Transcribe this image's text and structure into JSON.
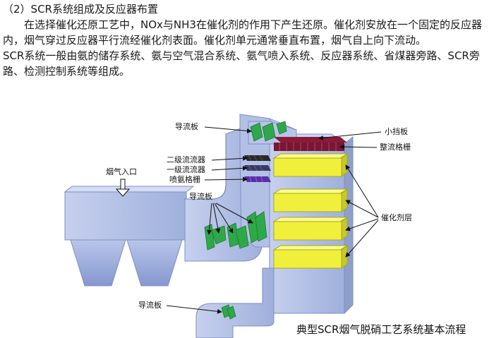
{
  "heading": "（2）SCR系统组成及反应器布置",
  "paragraph1": "在选择催化还原工艺中，NOx与NH3在催化剂的作用下产生还原。催化剂安放在一个固定的反应器内，烟气穿过反应器平行流经催化剂表面。催化剂单元通常垂直布置，烟气自上向下流动。",
  "paragraph2": "SCR系统一般由氨的储存系统、氨与空气混合系统、氨气喷入系统、反应器系统、省煤器旁路、SCR旁路、检测控制系统等组成。",
  "diagram": {
    "labels": {
      "guide_plate_top": "导流板",
      "small_baffle": "小挡板",
      "rectifier_grid": "整流格栅",
      "secondary_rectifier": "二级流流器",
      "primary_rectifier": "一级流流器",
      "ammonia_grid": "喷氨格栅",
      "flue_gas_inlet": "烟气入口",
      "guide_plate_mid": "导流板",
      "catalyst_layer": "催化剂层",
      "guide_plate_bottom": "导流板"
    },
    "caption": "典型SCR烟气脱硝工艺系统基本流程",
    "colors": {
      "duct": "#aebbe0",
      "duct_dark": "#8f9fcc",
      "catalyst": "#f0f03c",
      "guide": "#2fa84a",
      "grid": "#8b1a3a",
      "ammonia": "#5a2ea6"
    }
  }
}
